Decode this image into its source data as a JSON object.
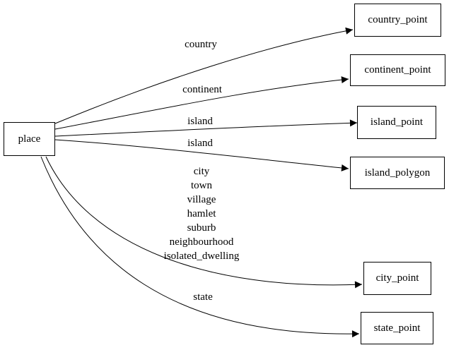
{
  "diagram": {
    "type": "directed-graph",
    "background_color": "#ffffff",
    "stroke_color": "#000000",
    "text_color": "#000000",
    "nodes": [
      {
        "id": "place",
        "label": "place"
      },
      {
        "id": "country_point",
        "label": "country_point"
      },
      {
        "id": "continent_point",
        "label": "continent_point"
      },
      {
        "id": "island_point",
        "label": "island_point"
      },
      {
        "id": "island_polygon",
        "label": "island_polygon"
      },
      {
        "id": "city_point",
        "label": "city_point"
      },
      {
        "id": "state_point",
        "label": "state_point"
      }
    ],
    "edges": [
      {
        "from": "place",
        "to": "country_point",
        "label": "country"
      },
      {
        "from": "place",
        "to": "continent_point",
        "label": "continent"
      },
      {
        "from": "place",
        "to": "island_point",
        "label": "island"
      },
      {
        "from": "place",
        "to": "island_polygon",
        "label": "island"
      },
      {
        "from": "place",
        "to": "city_point",
        "label": "city\ntown\nvillage\nhamlet\nsuburb\nneighbourhood\nisolated_dwelling"
      },
      {
        "from": "place",
        "to": "state_point",
        "label": "state"
      }
    ]
  }
}
